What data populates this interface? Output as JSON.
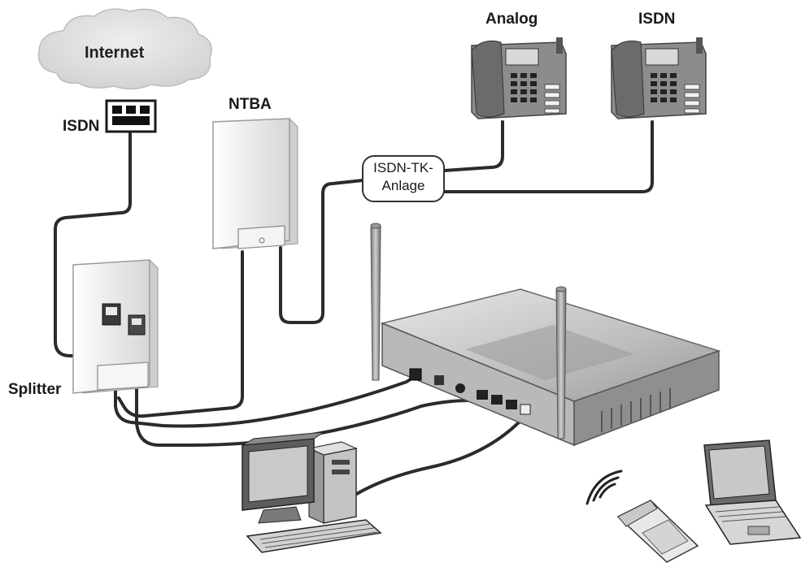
{
  "diagram": {
    "nodes": {
      "internet": "Internet",
      "isdn_socket": "ISDN",
      "ntba": "NTBA",
      "pbx_line1": "ISDN-TK-",
      "pbx_line2": "Anlage",
      "analog_phone": "Analog",
      "isdn_phone": "ISDN",
      "splitter": "Splitter"
    },
    "colors": {
      "cable": "#2b2b2b",
      "device_light": "#f2f2f2",
      "device_shade": "#c9c9c9",
      "device_dark": "#5a5a5a",
      "cloud": "#dcdcdc"
    }
  }
}
